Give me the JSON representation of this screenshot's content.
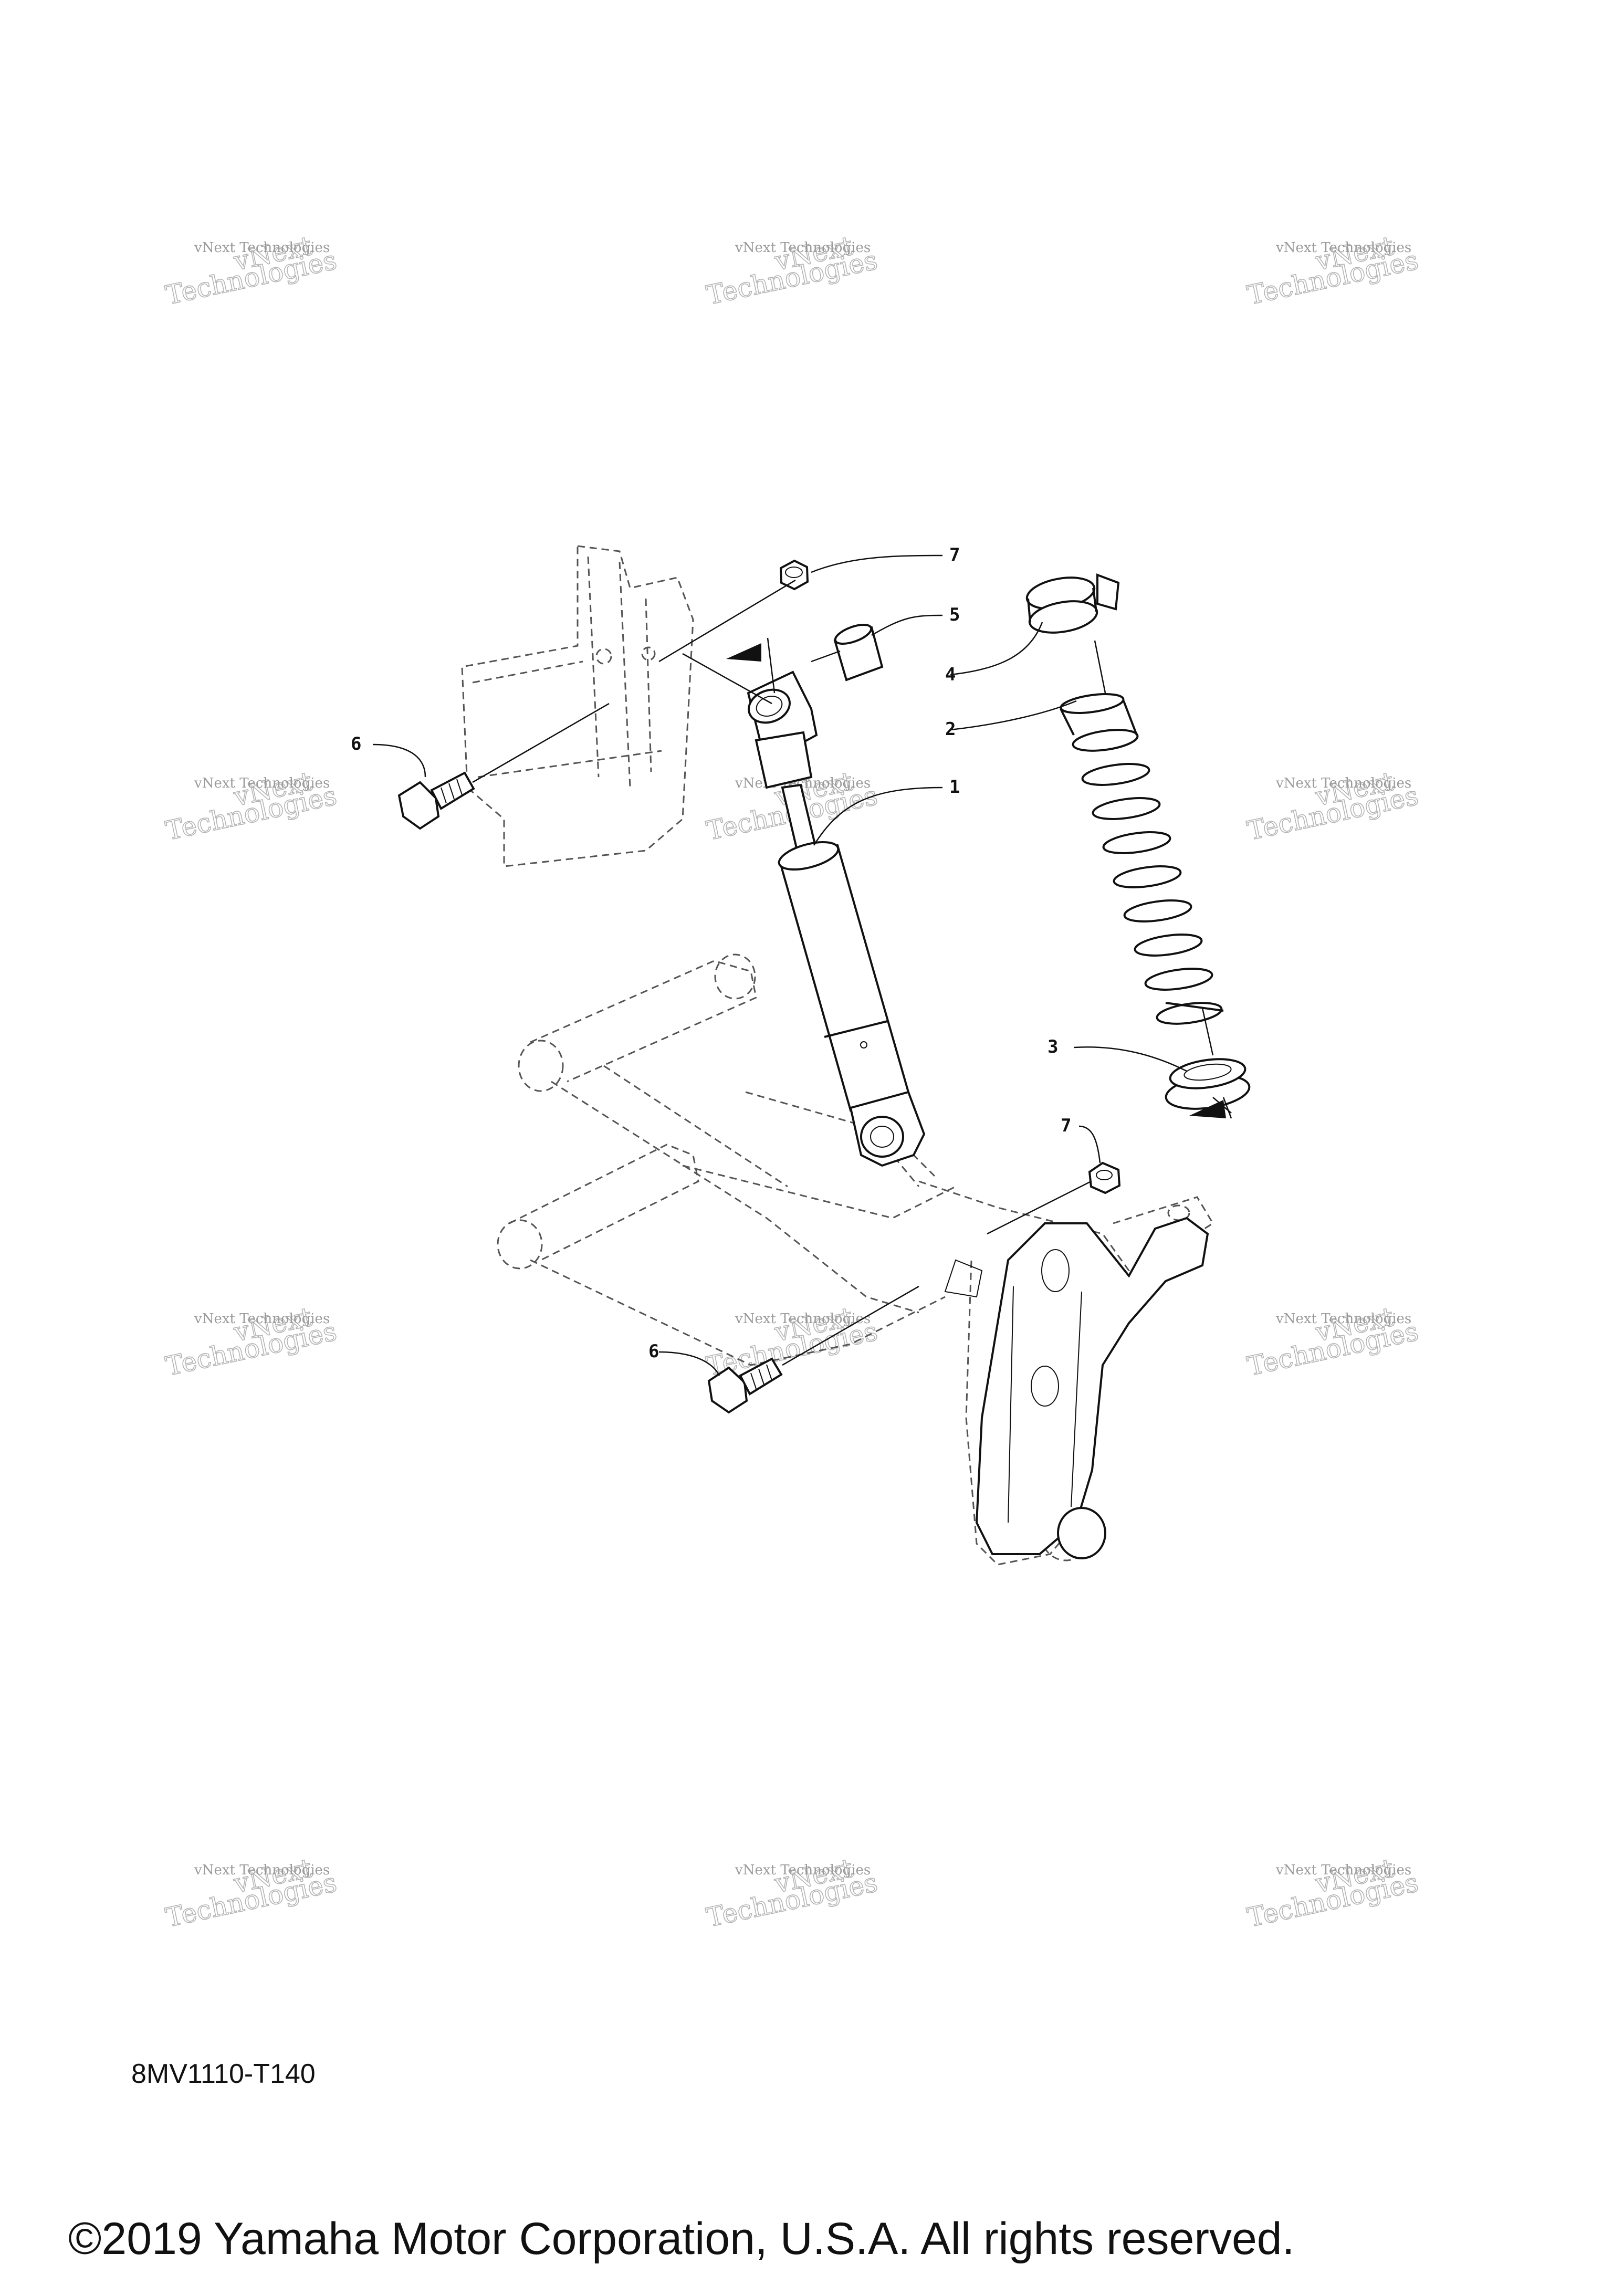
{
  "callouts": {
    "c1": "1",
    "c2": "2",
    "c3": "3",
    "c4": "4",
    "c5": "5",
    "c6_top": "6",
    "c6_bottom": "6",
    "c7_top": "7",
    "c7_bottom": "7"
  },
  "watermark": {
    "line_small": "vNext Technologies",
    "line_large": "Technologies",
    "line_top": "vNext"
  },
  "diagram_code": "8MV1110-T140",
  "copyright": "©2019 Yamaha Motor Corporation, U.S.A. All rights reserved."
}
